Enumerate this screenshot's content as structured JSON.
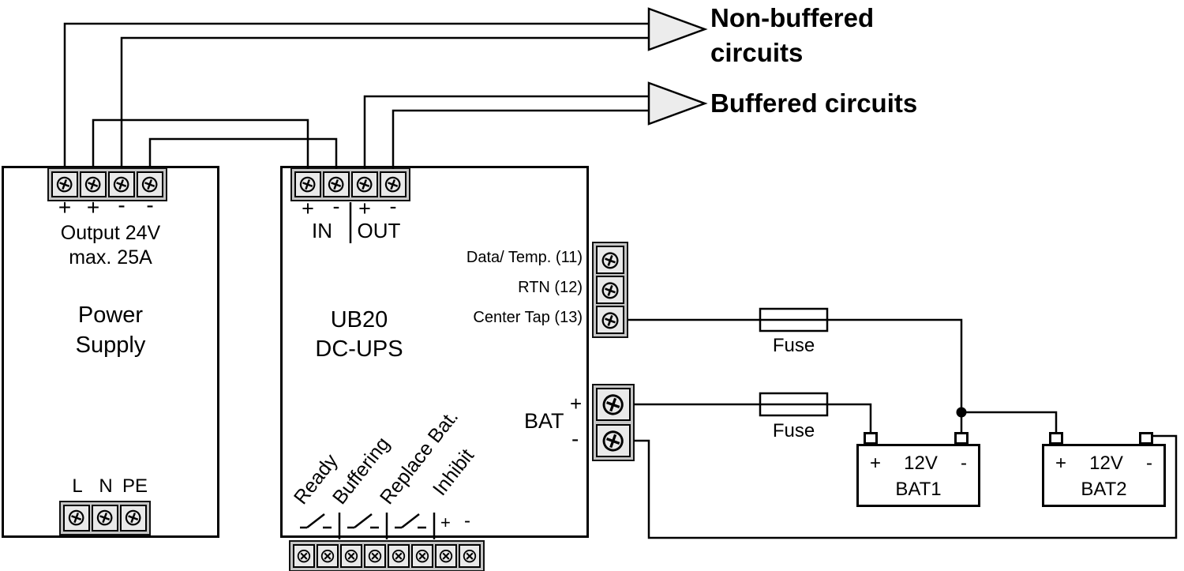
{
  "icons": {
    "screw_plus": "⊕",
    "screw_cross": "⊗"
  },
  "outputs": {
    "non_buffered_line1": "Non-buffered",
    "non_buffered_line2": "circuits",
    "buffered": "Buffered circuits"
  },
  "power_supply": {
    "signs": [
      "+",
      "+",
      "-",
      "-"
    ],
    "output_line1": "Output 24V",
    "output_line2": "max. 25A",
    "name_line1": "Power",
    "name_line2": "Supply",
    "ac": [
      "L",
      "N",
      "PE"
    ]
  },
  "ups": {
    "in_plus": "+",
    "in_minus": "-",
    "in_label": "IN",
    "out_plus": "+",
    "out_minus": "-",
    "out_label": "OUT",
    "name_line1": "UB20",
    "name_line2": "DC-UPS",
    "signals": [
      "Data/ Temp. (11)",
      "RTN (12)",
      "Center Tap (13)"
    ],
    "bat": "BAT",
    "bat_plus": "+",
    "bat_minus": "-",
    "status": [
      "Ready",
      "Buffering",
      "Replace Bat.",
      "Inhibit"
    ],
    "inhibit_plus": "+",
    "inhibit_minus": "-"
  },
  "fuse1": "Fuse",
  "fuse2": "Fuse",
  "batteries": {
    "bat1": {
      "plus": "+",
      "voltage": "12V",
      "minus": "-",
      "name": "BAT1"
    },
    "bat2": {
      "plus": "+",
      "voltage": "12V",
      "minus": "-",
      "name": "BAT2"
    }
  }
}
